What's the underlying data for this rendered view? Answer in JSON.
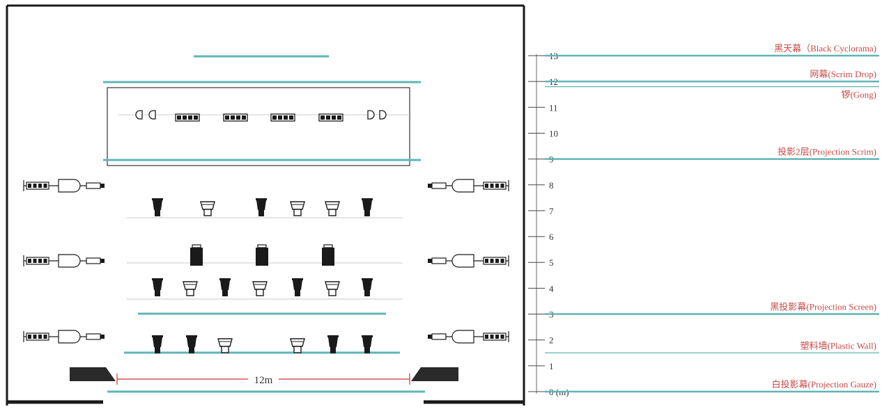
{
  "colors": {
    "teal": "#5fb5b5",
    "label_red": "#c84a4a",
    "black": "#1a1a1a",
    "dim_line": "#cc3333",
    "grey": "#999999"
  },
  "scale": {
    "ticks": [
      "0 (m)",
      "1",
      "2",
      "3",
      "4",
      "5",
      "6",
      "7",
      "8",
      "9",
      "10",
      "11",
      "12",
      "13"
    ]
  },
  "dimension": {
    "width_label": "12m"
  },
  "layers": [
    {
      "key": "black-cyclorama",
      "label": "黑天幕（Black Cyclorama)",
      "meter": 13
    },
    {
      "key": "scrim-drop",
      "label": "网幕(Scrim Drop)",
      "meter": 12
    },
    {
      "key": "gong",
      "label": "锣(Gong)",
      "meter": 11.8
    },
    {
      "key": "projection-scrim",
      "label": "投影2层(Projection Scrim)",
      "meter": 9
    },
    {
      "key": "projection-screen",
      "label": "黑投影幕(Projection Screen)",
      "meter": 3
    },
    {
      "key": "plastic-wall",
      "label": "塑料墙(Plastic Wall)",
      "meter": 1.5
    },
    {
      "key": "projection-gauze",
      "label": "白投影幕(Projection Gauze)",
      "meter": 0
    }
  ],
  "icons": {
    "fixture": "stage-light-fixture",
    "side_boom": "side-boom-light",
    "truss_light": "truss-light-bar",
    "speaker": "speaker-cabinet",
    "proscenium": "proscenium-block"
  }
}
